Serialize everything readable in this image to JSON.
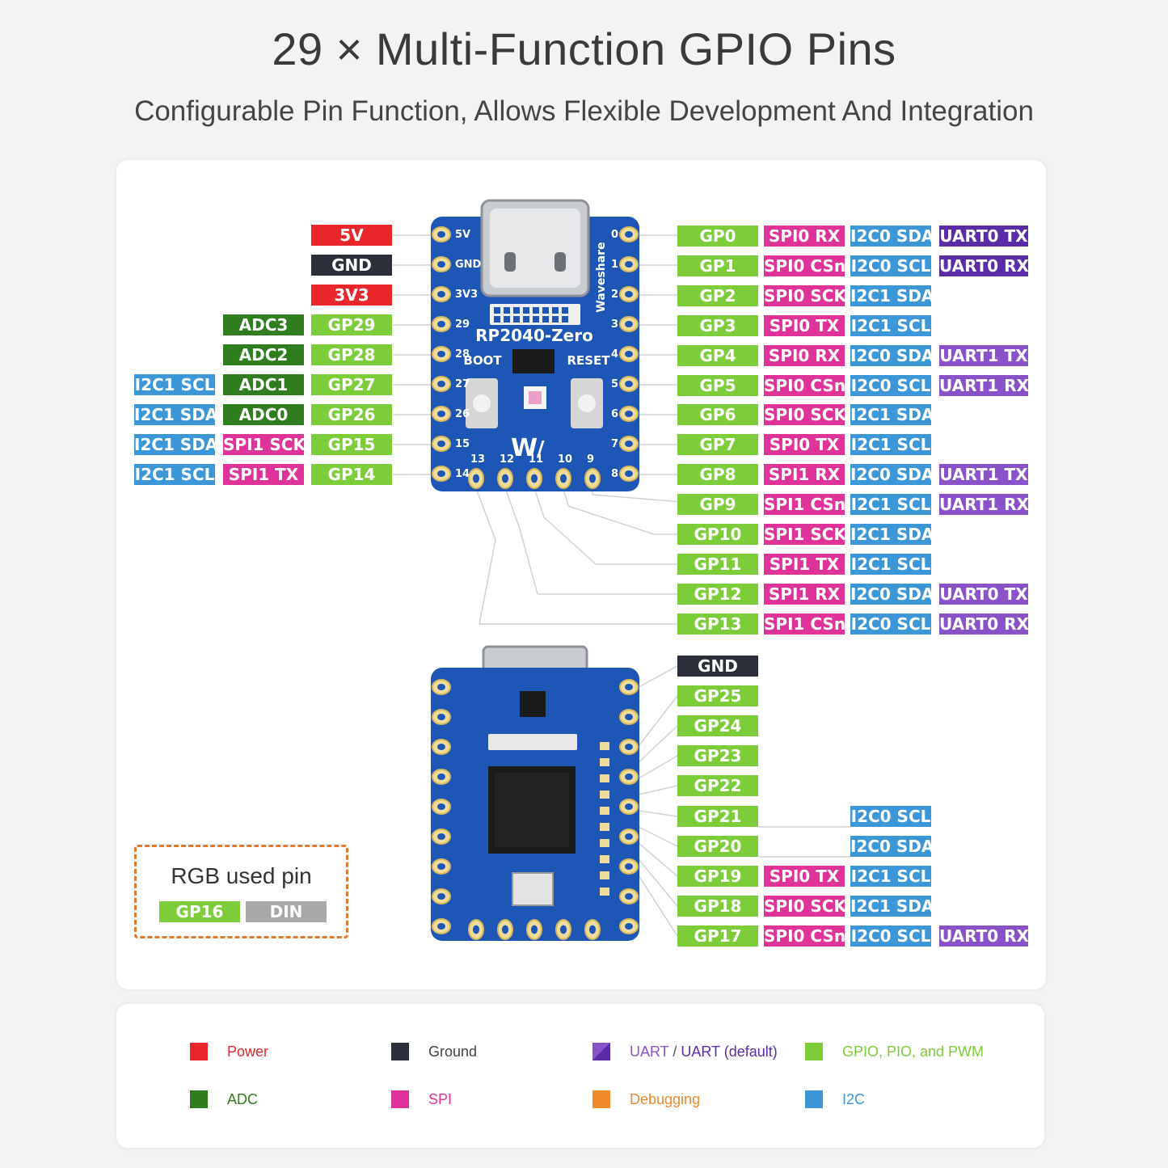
{
  "title": "29 × Multi-Function GPIO Pins",
  "subtitle": "Configurable Pin Function, Allows Flexible Development And Integration",
  "colors": {
    "power": "#e8262b",
    "ground": "#2a2f3a",
    "uart": "#8a52c9",
    "uart_default": "#5b2ca8",
    "gpio": "#7dcc3a",
    "adc": "#2f7d1e",
    "spi": "#e0339a",
    "debugging": "#f0892a",
    "i2c": "#3b97d8",
    "din": "#a8a8a8"
  },
  "board_top": {
    "name": "RP2040-Zero",
    "brand": "Waveshare",
    "boot": "BOOT",
    "reset": "RESET",
    "side_pins": [
      "5V",
      "GND",
      "3V3",
      "29",
      "28",
      "27",
      "26",
      "15",
      "14"
    ],
    "right_numbers": [
      "0",
      "1",
      "2",
      "3",
      "4",
      "5",
      "6",
      "7",
      "8"
    ],
    "bottom_numbers": [
      "13",
      "12",
      "11",
      "10",
      "9"
    ]
  },
  "left_labels": [
    {
      "cells": [
        {
          "t": "5V",
          "c": "power"
        }
      ]
    },
    {
      "cells": [
        {
          "t": "GND",
          "c": "ground"
        }
      ]
    },
    {
      "cells": [
        {
          "t": "3V3",
          "c": "power"
        }
      ]
    },
    {
      "cells": [
        {
          "t": "ADC3",
          "c": "adc"
        },
        {
          "t": "GP29",
          "c": "gpio"
        }
      ]
    },
    {
      "cells": [
        {
          "t": "ADC2",
          "c": "adc"
        },
        {
          "t": "GP28",
          "c": "gpio"
        }
      ]
    },
    {
      "cells": [
        {
          "t": "I2C1 SCL",
          "c": "i2c"
        },
        {
          "t": "ADC1",
          "c": "adc"
        },
        {
          "t": "GP27",
          "c": "gpio"
        }
      ]
    },
    {
      "cells": [
        {
          "t": "I2C1 SDA",
          "c": "i2c"
        },
        {
          "t": "ADC0",
          "c": "adc"
        },
        {
          "t": "GP26",
          "c": "gpio"
        }
      ]
    },
    {
      "cells": [
        {
          "t": "I2C1 SDA",
          "c": "i2c"
        },
        {
          "t": "SPI1 SCK",
          "c": "spi"
        },
        {
          "t": "GP15",
          "c": "gpio"
        }
      ]
    },
    {
      "cells": [
        {
          "t": "I2C1 SCL",
          "c": "i2c"
        },
        {
          "t": "SPI1 TX",
          "c": "spi"
        },
        {
          "t": "GP14",
          "c": "gpio"
        }
      ]
    }
  ],
  "right_labels": [
    {
      "gp": "GP0",
      "spi": "SPI0 RX",
      "i2c": "I2C0 SDA",
      "uart": "UART0 TX",
      "uc": "uart_default"
    },
    {
      "gp": "GP1",
      "spi": "SPI0 CSn",
      "i2c": "I2C0 SCL",
      "uart": "UART0 RX",
      "uc": "uart_default"
    },
    {
      "gp": "GP2",
      "spi": "SPI0 SCK",
      "i2c": "I2C1 SDA"
    },
    {
      "gp": "GP3",
      "spi": "SPI0 TX",
      "i2c": "I2C1 SCL"
    },
    {
      "gp": "GP4",
      "spi": "SPI0 RX",
      "i2c": "I2C0 SDA",
      "uart": "UART1 TX",
      "uc": "uart"
    },
    {
      "gp": "GP5",
      "spi": "SPI0 CSn",
      "i2c": "I2C0 SCL",
      "uart": "UART1 RX",
      "uc": "uart"
    },
    {
      "gp": "GP6",
      "spi": "SPI0 SCK",
      "i2c": "I2C1 SDA"
    },
    {
      "gp": "GP7",
      "spi": "SPI0 TX",
      "i2c": "I2C1 SCL"
    },
    {
      "gp": "GP8",
      "spi": "SPI1 RX",
      "i2c": "I2C0 SDA",
      "uart": "UART1 TX",
      "uc": "uart"
    },
    {
      "gp": "GP9",
      "spi": "SPI1 CSn",
      "i2c": "I2C1 SCL",
      "uart": "UART1 RX",
      "uc": "uart"
    },
    {
      "gp": "GP10",
      "spi": "SPI1 SCK",
      "i2c": "I2C1 SDA"
    },
    {
      "gp": "GP11",
      "spi": "SPI1 TX",
      "i2c": "I2C1 SCL"
    },
    {
      "gp": "GP12",
      "spi": "SPI1 RX",
      "i2c": "I2C0 SDA",
      "uart": "UART0 TX",
      "uc": "uart"
    },
    {
      "gp": "GP13",
      "spi": "SPI1 CSn",
      "i2c": "I2C0 SCL",
      "uart": "UART0 RX",
      "uc": "uart"
    }
  ],
  "bottom_labels": [
    {
      "gp": "GND",
      "gc": "ground"
    },
    {
      "gp": "GP25"
    },
    {
      "gp": "GP24"
    },
    {
      "gp": "GP23"
    },
    {
      "gp": "GP22"
    },
    {
      "gp": "GP21",
      "i2c": "I2C0 SCL"
    },
    {
      "gp": "GP20",
      "i2c": "I2C0 SDA"
    },
    {
      "gp": "GP19",
      "spi": "SPI0 TX",
      "i2c": "I2C1 SCL"
    },
    {
      "gp": "GP18",
      "spi": "SPI0 SCK",
      "i2c": "I2C1 SDA"
    },
    {
      "gp": "GP17",
      "spi": "SPI0 CSn",
      "i2c": "I2C0 SCL",
      "uart": "UART0 RX",
      "uc": "uart"
    }
  ],
  "rgb": {
    "title": "RGB used pin",
    "gp": "GP16",
    "din": "DIN"
  },
  "legend": [
    {
      "label": "Power",
      "color": "power",
      "text_color": "#e8262b"
    },
    {
      "label": "Ground",
      "color": "ground",
      "text_color": "#444444"
    },
    {
      "label": "UART",
      "label2": "UART (default)",
      "color": "uart",
      "text_color": "#8a52c9",
      "text_color2": "#5b2ca8"
    },
    {
      "label": "GPIO, PIO, and PWM",
      "color": "gpio",
      "text_color": "#7dcc3a"
    },
    {
      "label": "ADC",
      "color": "adc",
      "text_color": "#2f7d1e"
    },
    {
      "label": "SPI",
      "color": "spi",
      "text_color": "#e0339a"
    },
    {
      "label": "Debugging",
      "color": "debugging",
      "text_color": "#f0892a"
    },
    {
      "label": "I2C",
      "color": "i2c",
      "text_color": "#3b97d8"
    }
  ]
}
